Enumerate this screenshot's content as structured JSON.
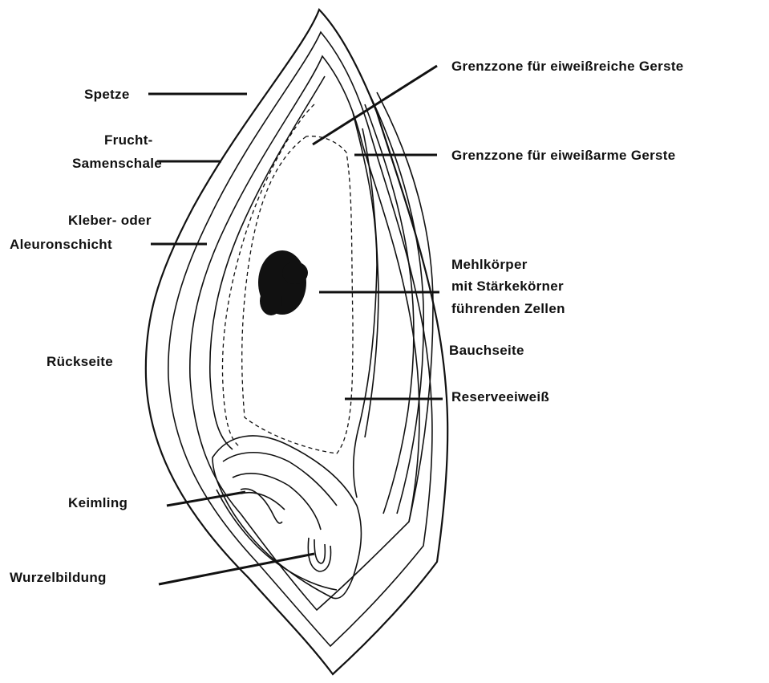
{
  "labels": {
    "spetze": "Spetze",
    "frucht_1": "Frucht-",
    "frucht_2": "Samenschale",
    "kleber_1": "Kleber- oder",
    "kleber_2": "Aleuronschicht",
    "rueckseite": "Rückseite",
    "keimling": "Keimling",
    "wurzel": "Wurzelbildung",
    "grenz_reich": "Grenzzone für eiweißreiche Gerste",
    "grenz_arm": "Grenzzone für eiweißarme Gerste",
    "mehl_1": "Mehlkörper",
    "mehl_2": "mit Stärkekörner",
    "mehl_3": "führenden Zellen",
    "bauch": "Bauchseite",
    "reserve": "Reserveeiweiß"
  },
  "colors": {
    "ink": "#111111",
    "background": "#ffffff"
  }
}
